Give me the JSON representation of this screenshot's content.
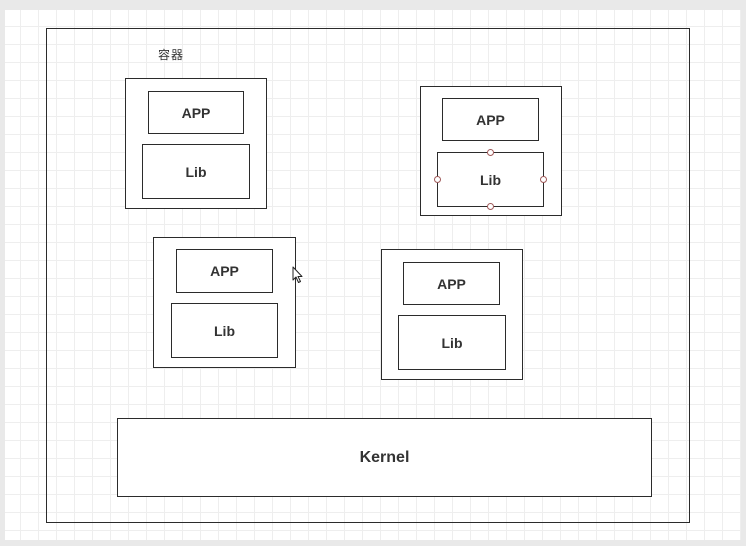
{
  "diagram": {
    "caption": "容器",
    "containers": [
      {
        "app": "APP",
        "lib": "Lib"
      },
      {
        "app": "APP",
        "lib": "Lib"
      },
      {
        "app": "APP",
        "lib": "Lib"
      },
      {
        "app": "APP",
        "lib": "Lib"
      }
    ],
    "kernel": "Kernel"
  }
}
